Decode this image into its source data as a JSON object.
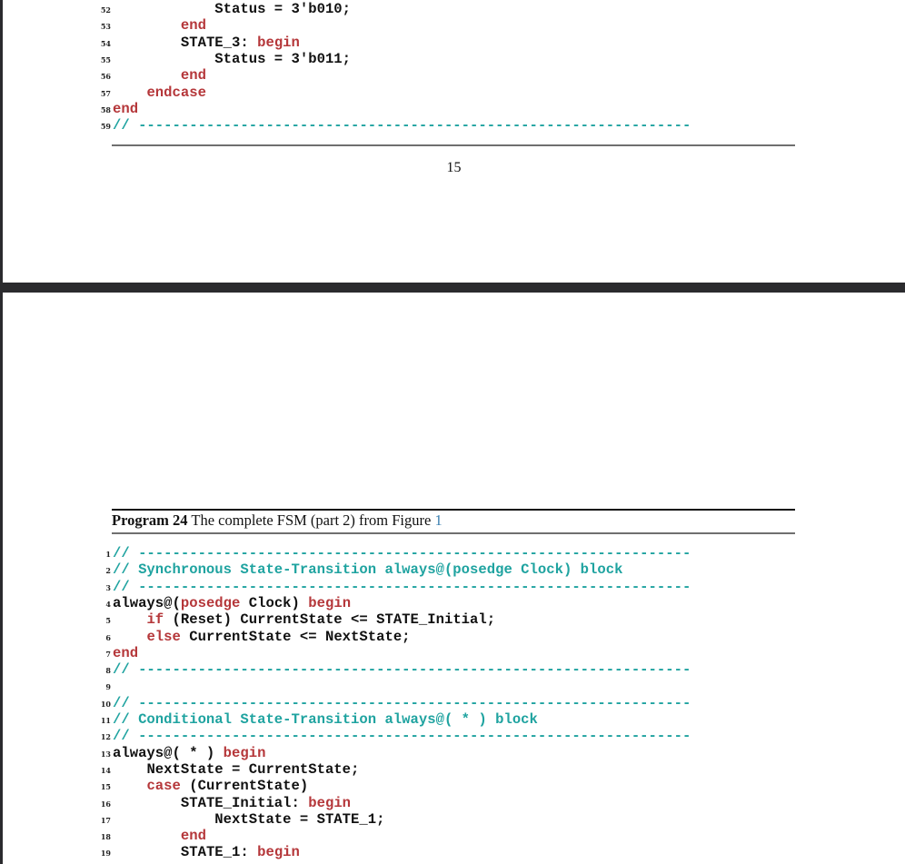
{
  "colors": {
    "keyword": "#b5373a",
    "comment": "#1fa3a0",
    "text": "#111111",
    "figure_ref": "#3a7fb0",
    "viewer_background": "#2b2b2e"
  },
  "page_top": {
    "code_lines": [
      {
        "n": "52",
        "indent": "            ",
        "parts": [
          {
            "t": "Status = 3'b010;",
            "c": "tx"
          }
        ]
      },
      {
        "n": "53",
        "indent": "        ",
        "parts": [
          {
            "t": "end",
            "c": "kw"
          }
        ]
      },
      {
        "n": "54",
        "indent": "        ",
        "parts": [
          {
            "t": "STATE_3: ",
            "c": "tx"
          },
          {
            "t": "begin",
            "c": "kw"
          }
        ]
      },
      {
        "n": "55",
        "indent": "            ",
        "parts": [
          {
            "t": "Status = 3'b011;",
            "c": "tx"
          }
        ]
      },
      {
        "n": "56",
        "indent": "        ",
        "parts": [
          {
            "t": "end",
            "c": "kw"
          }
        ]
      },
      {
        "n": "57",
        "indent": "    ",
        "parts": [
          {
            "t": "endcase",
            "c": "kw"
          }
        ]
      },
      {
        "n": "58",
        "indent": "",
        "parts": [
          {
            "t": "end",
            "c": "kw"
          }
        ]
      },
      {
        "n": "59",
        "indent": "",
        "parts": [
          {
            "t": "// -----------------------------------------------------------------",
            "c": "cm"
          }
        ]
      }
    ],
    "page_number": "15"
  },
  "page_bottom": {
    "caption": {
      "label": "Program 24",
      "text": " The complete FSM (part 2) from Figure ",
      "ref": "1"
    },
    "code_lines": [
      {
        "n": "1",
        "indent": "",
        "parts": [
          {
            "t": "// -----------------------------------------------------------------",
            "c": "cm"
          }
        ]
      },
      {
        "n": "2",
        "indent": "",
        "parts": [
          {
            "t": "// Synchronous State-Transition always@(posedge Clock) block",
            "c": "cm"
          }
        ]
      },
      {
        "n": "3",
        "indent": "",
        "parts": [
          {
            "t": "// -----------------------------------------------------------------",
            "c": "cm"
          }
        ]
      },
      {
        "n": "4",
        "indent": "",
        "parts": [
          {
            "t": "always@(",
            "c": "tx"
          },
          {
            "t": "posedge",
            "c": "kw"
          },
          {
            "t": " Clock) ",
            "c": "tx"
          },
          {
            "t": "begin",
            "c": "kw"
          }
        ]
      },
      {
        "n": "5",
        "indent": "    ",
        "parts": [
          {
            "t": "if",
            "c": "kw"
          },
          {
            "t": " (Reset) CurrentState <= STATE_Initial;",
            "c": "tx"
          }
        ]
      },
      {
        "n": "6",
        "indent": "    ",
        "parts": [
          {
            "t": "else",
            "c": "kw"
          },
          {
            "t": " CurrentState <= NextState;",
            "c": "tx"
          }
        ]
      },
      {
        "n": "7",
        "indent": "",
        "parts": [
          {
            "t": "end",
            "c": "kw"
          }
        ]
      },
      {
        "n": "8",
        "indent": "",
        "parts": [
          {
            "t": "// -----------------------------------------------------------------",
            "c": "cm"
          }
        ]
      },
      {
        "n": "9",
        "indent": "",
        "parts": []
      },
      {
        "n": "10",
        "indent": "",
        "parts": [
          {
            "t": "// -----------------------------------------------------------------",
            "c": "cm"
          }
        ]
      },
      {
        "n": "11",
        "indent": "",
        "parts": [
          {
            "t": "// Conditional State-Transition always@( * ) block",
            "c": "cm"
          }
        ]
      },
      {
        "n": "12",
        "indent": "",
        "parts": [
          {
            "t": "// -----------------------------------------------------------------",
            "c": "cm"
          }
        ]
      },
      {
        "n": "13",
        "indent": "",
        "parts": [
          {
            "t": "always@( * ) ",
            "c": "tx"
          },
          {
            "t": "begin",
            "c": "kw"
          }
        ]
      },
      {
        "n": "14",
        "indent": "    ",
        "parts": [
          {
            "t": "NextState = CurrentState;",
            "c": "tx"
          }
        ]
      },
      {
        "n": "15",
        "indent": "    ",
        "parts": [
          {
            "t": "case",
            "c": "kw"
          },
          {
            "t": " (CurrentState)",
            "c": "tx"
          }
        ]
      },
      {
        "n": "16",
        "indent": "        ",
        "parts": [
          {
            "t": "STATE_Initial: ",
            "c": "tx"
          },
          {
            "t": "begin",
            "c": "kw"
          }
        ]
      },
      {
        "n": "17",
        "indent": "            ",
        "parts": [
          {
            "t": "NextState = STATE_1;",
            "c": "tx"
          }
        ]
      },
      {
        "n": "18",
        "indent": "        ",
        "parts": [
          {
            "t": "end",
            "c": "kw"
          }
        ]
      },
      {
        "n": "19",
        "indent": "        ",
        "parts": [
          {
            "t": "STATE_1: ",
            "c": "tx"
          },
          {
            "t": "begin",
            "c": "kw"
          }
        ]
      }
    ]
  }
}
